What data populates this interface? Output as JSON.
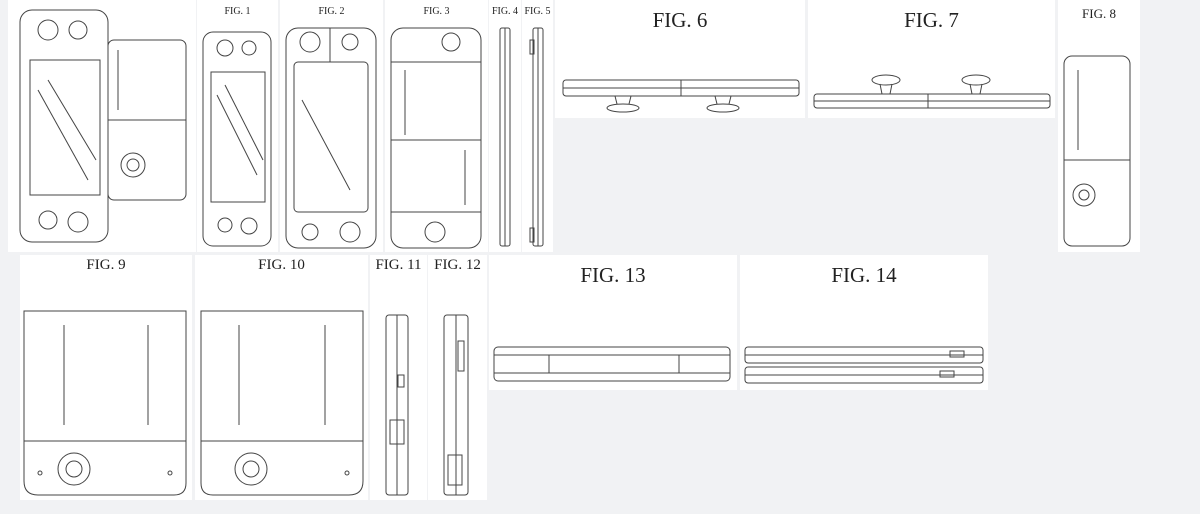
{
  "figures": {
    "fig1": "FIG. 1",
    "fig2": "FIG. 2",
    "fig3": "FIG. 3",
    "fig4": "FIG. 4",
    "fig5": "FIG. 5",
    "fig6": "FIG. 6",
    "fig7": "FIG. 7",
    "fig8": "FIG. 8",
    "fig9": "FIG. 9",
    "fig10": "FIG. 10",
    "fig11": "FIG. 11",
    "fig12": "FIG. 12",
    "fig13": "FIG. 13",
    "fig14": "FIG. 14"
  },
  "colors": {
    "background": "#f1f2f4",
    "panel": "#ffffff",
    "line": "#444444"
  }
}
